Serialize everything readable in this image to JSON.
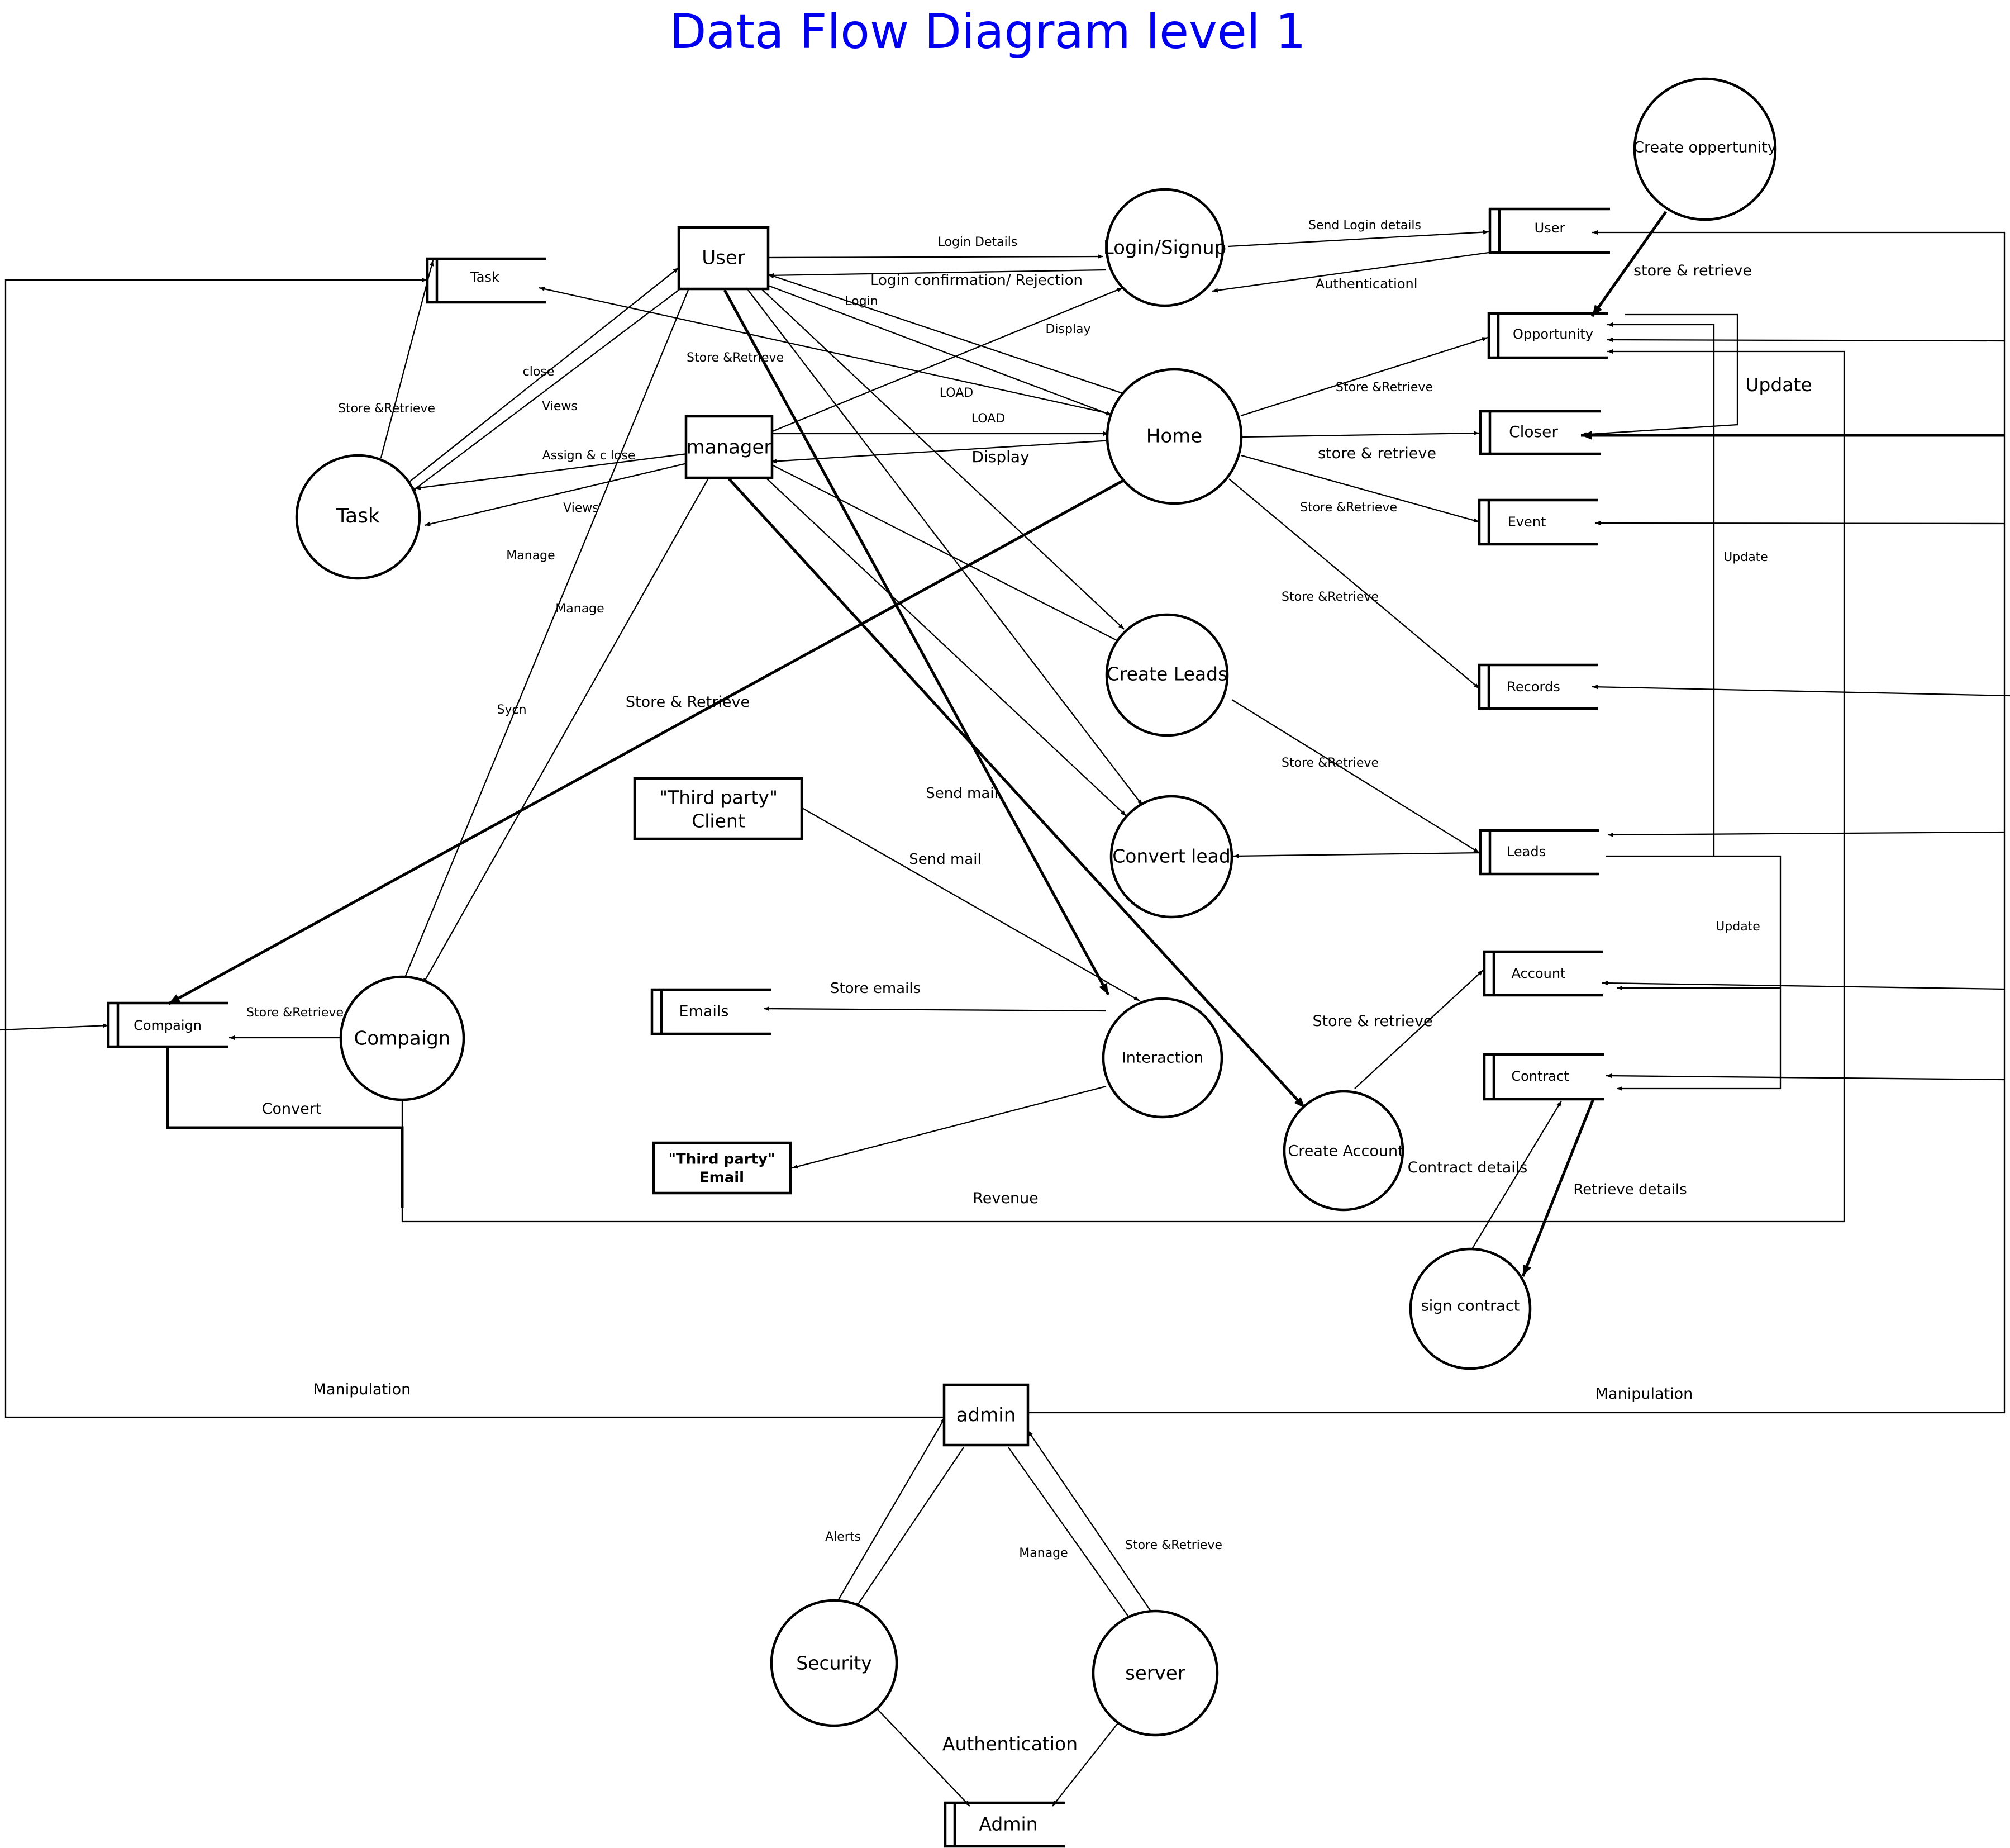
{
  "title": "Data Flow Diagram level 1",
  "colors": {
    "title": "#0000ee",
    "stroke": "#000000",
    "background": "#ffffff"
  },
  "entities": {
    "user": "User",
    "manager": "manager",
    "admin": "admin",
    "third_party_client": [
      "\"Third party\"",
      "Client"
    ],
    "third_party_email": [
      "\"Third party\"",
      "Email"
    ]
  },
  "processes": {
    "task": "Task",
    "login_signup": "Login/Signup",
    "home": "Home",
    "create_leads": "Create Leads",
    "convert_lead": "Convert lead",
    "compaign": "Compaign",
    "interaction": "Interaction",
    "create_account": "Create Account",
    "create_opportunity": "Create oppertunity",
    "sign_contract": "sign contract",
    "security": "Security",
    "server": "server"
  },
  "stores": {
    "task": "Task",
    "user": "User",
    "opportunity": "Opportunity",
    "closer": "Closer",
    "event": "Event",
    "records": "Records",
    "leads": "Leads",
    "account": "Account",
    "contract": "Contract",
    "compaign": "Compaign",
    "emails": "Emails",
    "admin": "Admin"
  },
  "flows": {
    "login_details": "Login Details",
    "login_confirmation": "Login confirmation/ Rejection",
    "send_login_details": "Send Login details",
    "authenticationl": "Authenticationl",
    "login": "Login",
    "display_small": "Display",
    "store_retrieve_user_compaign": "Store &Retrieve",
    "load_1": "LOAD",
    "load_2": "LOAD",
    "display": "Display",
    "close": "close",
    "views_1": "Views",
    "assign_close": "Assign & c lose",
    "views_2": "Views",
    "store_retrieve_task": "Store &Retrieve",
    "manage_1": "Manage",
    "manage_2": "Manage",
    "sycn": "Sycn",
    "store_retrieve_big": "Store & Retrieve",
    "store_retrieve_opportunity": "Store &Retrieve",
    "store_retrieve_closer": "store & retrieve",
    "store_retrieve_event": "Store &Retrieve",
    "store_retrieve_records": "Store &Retrieve",
    "store_retrieve_leads": "Store &Retrieve",
    "store_retrieve_create_opp": "store & retrieve",
    "update_big": "Update",
    "update_1": "Update",
    "update_2": "Update",
    "send_mail_1": "Send mail",
    "send_mail_2": "Send mail",
    "store_emails": "Store emails",
    "store_retrieve_compaign": "Store &Retrieve",
    "convert": "Convert",
    "revenue": "Revenue",
    "store_retrieve_account": "Store & retrieve",
    "contract_details": "Contract details",
    "retrieve_details": "Retrieve details",
    "manipulation_left": "Manipulation",
    "manipulation_right": "Manipulation",
    "alerts": "Alerts",
    "manage_server": "Manage",
    "store_retrieve_server": "Store &Retrieve",
    "authentication": "Authentication"
  }
}
